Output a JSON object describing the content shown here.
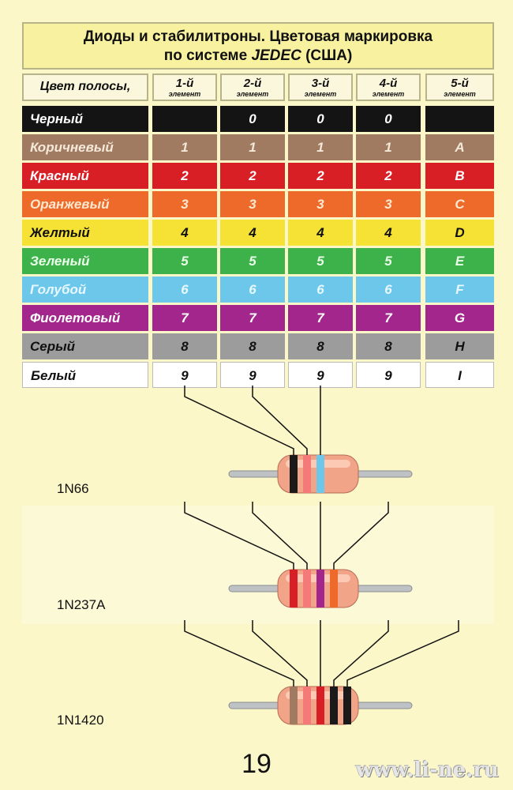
{
  "title_line1": "Диоды и стабилитроны. Цветовая маркировка",
  "title_line2_prefix": "по системе ",
  "title_line2_em": "JEDEC",
  "title_line2_suffix": " (США)",
  "col_header_color": "Цвет полосы,",
  "col_headers": [
    {
      "n": "1-й",
      "e": "элемент"
    },
    {
      "n": "2-й",
      "e": "элемент"
    },
    {
      "n": "3-й",
      "e": "элемент"
    },
    {
      "n": "4-й",
      "e": "элемент"
    },
    {
      "n": "5-й",
      "e": "элемент"
    }
  ],
  "rows": [
    {
      "name": "Черный",
      "bg": "#141414",
      "fg": "#ffffff",
      "v": [
        "",
        "0",
        "0",
        "0",
        ""
      ]
    },
    {
      "name": "Коричневый",
      "bg": "#a07b62",
      "fg": "#f4e8d8",
      "v": [
        "1",
        "1",
        "1",
        "1",
        "A"
      ]
    },
    {
      "name": "Красный",
      "bg": "#d81f26",
      "fg": "#ffffff",
      "v": [
        "2",
        "2",
        "2",
        "2",
        "B"
      ]
    },
    {
      "name": "Оранжевый",
      "bg": "#ed6a2b",
      "fg": "#fde8cf",
      "v": [
        "3",
        "3",
        "3",
        "3",
        "C"
      ]
    },
    {
      "name": "Желтый",
      "bg": "#f5e234",
      "fg": "#111111",
      "v": [
        "4",
        "4",
        "4",
        "4",
        "D"
      ]
    },
    {
      "name": "Зеленый",
      "bg": "#3db14a",
      "fg": "#eaffea",
      "v": [
        "5",
        "5",
        "5",
        "5",
        "E"
      ]
    },
    {
      "name": "Голубой",
      "bg": "#6cc7ea",
      "fg": "#e8f8ff",
      "v": [
        "6",
        "6",
        "6",
        "6",
        "F"
      ]
    },
    {
      "name": "Фиолетовый",
      "bg": "#a3268c",
      "fg": "#ffffff",
      "v": [
        "7",
        "7",
        "7",
        "7",
        "G"
      ]
    },
    {
      "name": "Серый",
      "bg": "#9c9c9c",
      "fg": "#111111",
      "v": [
        "8",
        "8",
        "8",
        "8",
        "H"
      ]
    },
    {
      "name": "Белый",
      "bg": "#ffffff",
      "fg": "#111111",
      "v": [
        "9",
        "9",
        "9",
        "9",
        "I"
      ]
    }
  ],
  "diodes": [
    {
      "label": "1N66",
      "bands": [
        "#1a1a1a",
        "#f47a7a",
        "#6cc7ea"
      ]
    },
    {
      "label": "1N237A",
      "bands": [
        "#d81f26",
        "#f47a7a",
        "#a3268c",
        "#ed6a2b"
      ]
    },
    {
      "label": "1N1420",
      "bands": [
        "#a07b62",
        "#f47a7a",
        "#d81f26",
        "#1a1a1a",
        "#1a1a1a"
      ]
    }
  ],
  "page_number": "19",
  "site": "www.li-ne.ru"
}
